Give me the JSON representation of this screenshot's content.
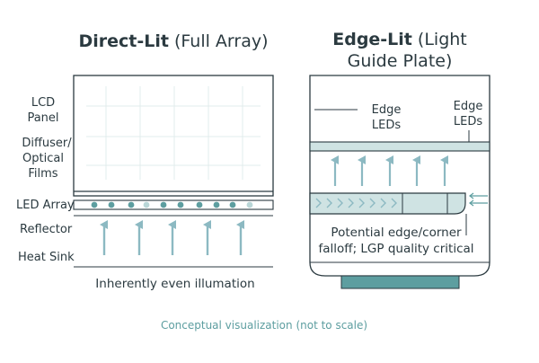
{
  "colors": {
    "ink": "#2b3a40",
    "teal": "#5d9ea0",
    "teal_light": "#cfe3e3",
    "arrow": "#8cb9c2",
    "grid": "#e2ecec"
  },
  "direct_lit": {
    "title_bold": "Direct-Lit",
    "title_rest": " (Full Array)",
    "labels": {
      "lcd_line1": "LCD",
      "lcd_line2": "Panel",
      "diffuser_line1": "Diffuser/",
      "diffuser_line2": "Optical",
      "diffuser_line3": "Films",
      "led_array": "LED Array",
      "reflector": "Reflector",
      "heat_sink": "Heat Sink"
    },
    "caption": "Inherently even illumation"
  },
  "edge_lit": {
    "title_line1_bold": "Edge-Lit",
    "title_line1_rest": " (Light",
    "title_line2": "Guide Plate)",
    "labels": {
      "edge_leds_left_line1": "Edge",
      "edge_leds_left_line2": "LEDs",
      "edge_leds_right_line1": "Edge",
      "edge_leds_right_line2": "LEDs"
    },
    "caption_line1": "Potential edge/corner",
    "caption_line2": "falloff; LGP quality critical"
  },
  "footer_note": "Conceptual visualization (not to scale)"
}
